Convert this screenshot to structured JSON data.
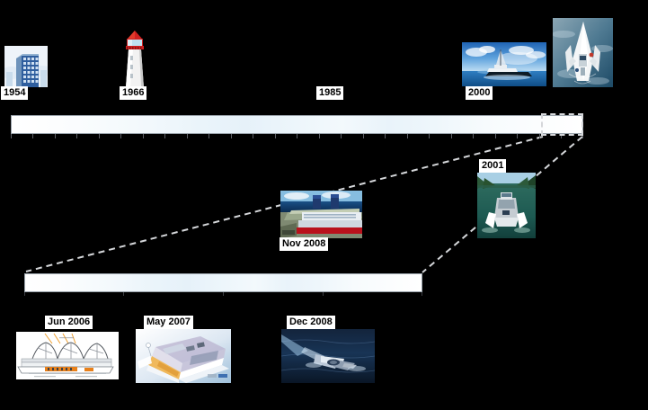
{
  "figure": {
    "type": "timeline",
    "background_color": "#000000",
    "bar_border_color": "#9aa3ab",
    "label_bg_color": "#ffffff",
    "label_text_color": "#000000",
    "connector_color": "#d5d7da"
  },
  "upper_timeline": {
    "name": "main-history-timeline",
    "milestones": [
      {
        "id": "m1954",
        "label": "1954",
        "image": "office-building-photo"
      },
      {
        "id": "m1966",
        "label": "1966",
        "image": "lighthouse-photo"
      },
      {
        "id": "m1985",
        "label": "1985",
        "image": null
      },
      {
        "id": "m2000",
        "label": "2000",
        "image": "catamaran-at-sea-photo"
      },
      {
        "id": "m2000b",
        "label": "",
        "image": "trimaran-aerial-photo"
      }
    ],
    "tick_count": 27
  },
  "lower_timeline": {
    "name": "detail-timeline",
    "milestones": [
      {
        "id": "d2001",
        "label": "2001",
        "image": "river-trimaran-photo"
      },
      {
        "id": "dnov2008",
        "label": "Nov 2008",
        "image": "cruise-ship-photo"
      },
      {
        "id": "djun2006",
        "label": "Jun 2006",
        "image": "structural-drawing-photo"
      },
      {
        "id": "dmay2007",
        "label": "May 2007",
        "image": "cutaway-render-photo"
      },
      {
        "id": "ddec2008",
        "label": "Dec 2008",
        "image": "vessel-at-sea-photo"
      }
    ],
    "tick_count": 4
  },
  "zoom_region": {
    "name": "zoom-source-region",
    "style": "dashed-rectangle"
  }
}
